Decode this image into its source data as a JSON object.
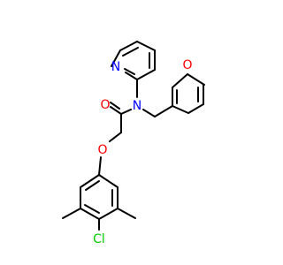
{
  "molecule": {
    "colors": {
      "bond": "#000000",
      "N": "#0000FF",
      "O": "#FF0000",
      "Cl": "#00CC00",
      "background": "#FFFFFF"
    },
    "atoms": [
      {
        "id": "N_py",
        "label": "N",
        "element": "N"
      },
      {
        "id": "N_am",
        "label": "N",
        "element": "N"
      },
      {
        "id": "O_carb",
        "label": "O",
        "element": "O"
      },
      {
        "id": "O_fur",
        "label": "O",
        "element": "O"
      },
      {
        "id": "O_eth",
        "label": "O",
        "element": "O"
      },
      {
        "id": "Cl",
        "label": "Cl",
        "element": "Cl"
      }
    ]
  }
}
